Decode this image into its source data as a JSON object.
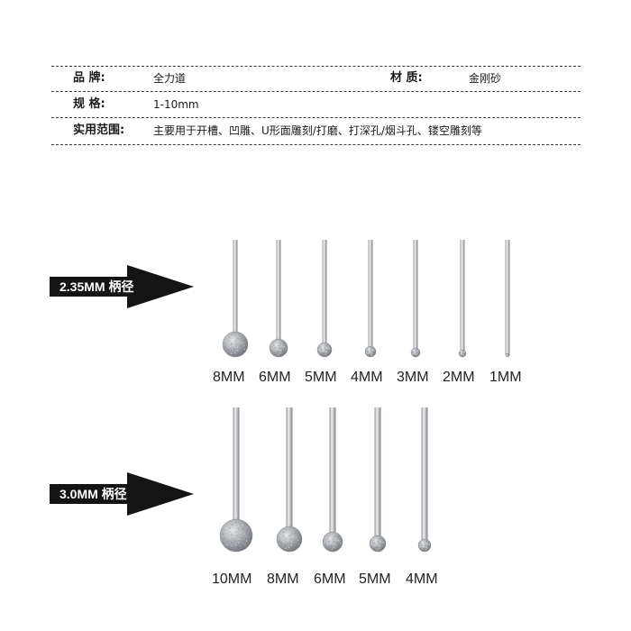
{
  "specs": {
    "brand_label": "品  牌:",
    "brand_value": "全力道",
    "material_label": "材  质:",
    "material_value": "金刚砂",
    "spec_label": "规  格:",
    "spec_value": "1-10mm",
    "usage_label": "实用范围:",
    "usage_value": "主要用于开槽、凹雕、U形面雕刻/打磨、打深孔/烟斗孔、镂空雕刻等"
  },
  "groups": [
    {
      "arrow_label": "2.35MM 柄径",
      "sizes": [
        "8MM",
        "6MM",
        "5MM",
        "4MM",
        "3MM",
        "2MM",
        "1MM"
      ]
    },
    {
      "arrow_label": "3.0MM 柄径",
      "sizes": [
        "10MM",
        "8MM",
        "6MM",
        "5MM",
        "4MM"
      ]
    }
  ],
  "colors": {
    "arrow": "#141414",
    "shank": "#c9cccf",
    "ball": "#a9acaf",
    "rule": "#3a3a3a"
  }
}
